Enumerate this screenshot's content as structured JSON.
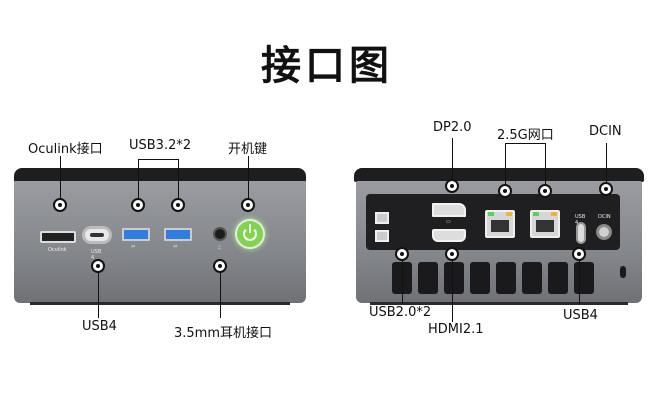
{
  "title": "接口图",
  "front": {
    "labels": {
      "oculink": "Oculink接口",
      "usb32": "USB3.2*2",
      "power": "开机键",
      "usb4": "USB4",
      "audio": "3.5mm耳机接口"
    },
    "port_text": {
      "oculink": "Oculink",
      "usb4": "USB 4"
    }
  },
  "rear": {
    "labels": {
      "dp": "DP2.0",
      "lan": "2.5G网口",
      "dcin": "DCIN",
      "usb20": "USB2.0*2",
      "hdmi": "HDMI2.1",
      "usb4": "USB4"
    },
    "port_text": {
      "usb4": "USB 4",
      "dcin": "DCIN"
    }
  },
  "colors": {
    "power_button": "#7fd64a",
    "usb3_blue": "#2f7de1",
    "lan_green": "#5bd15b",
    "lan_amber": "#f0b23a"
  }
}
